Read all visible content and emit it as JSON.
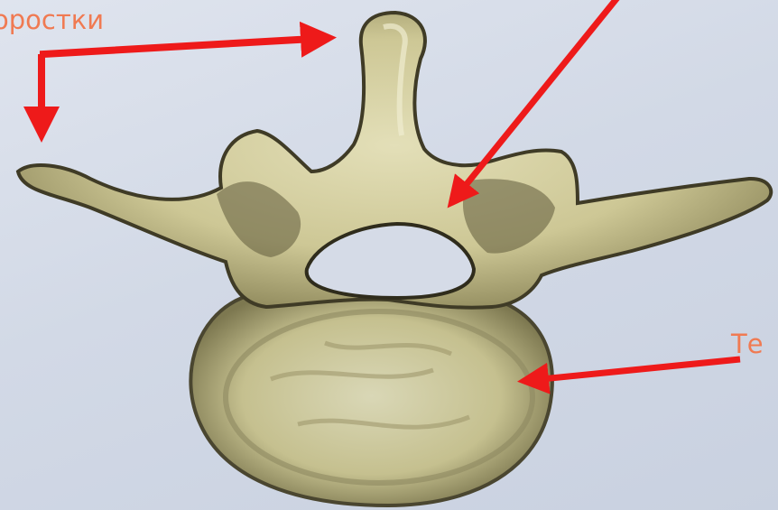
{
  "labels": {
    "processes": "оростки",
    "body": "Те"
  },
  "colors": {
    "label": "#f07a52",
    "arrow": "#ee1a1a",
    "bone": "#d8d3a6",
    "bone_shadow": "#6f6a45",
    "background": "#d6dce8"
  },
  "icons": {
    "diagram": "vertebra-illustration",
    "pointers": "red-arrow"
  }
}
